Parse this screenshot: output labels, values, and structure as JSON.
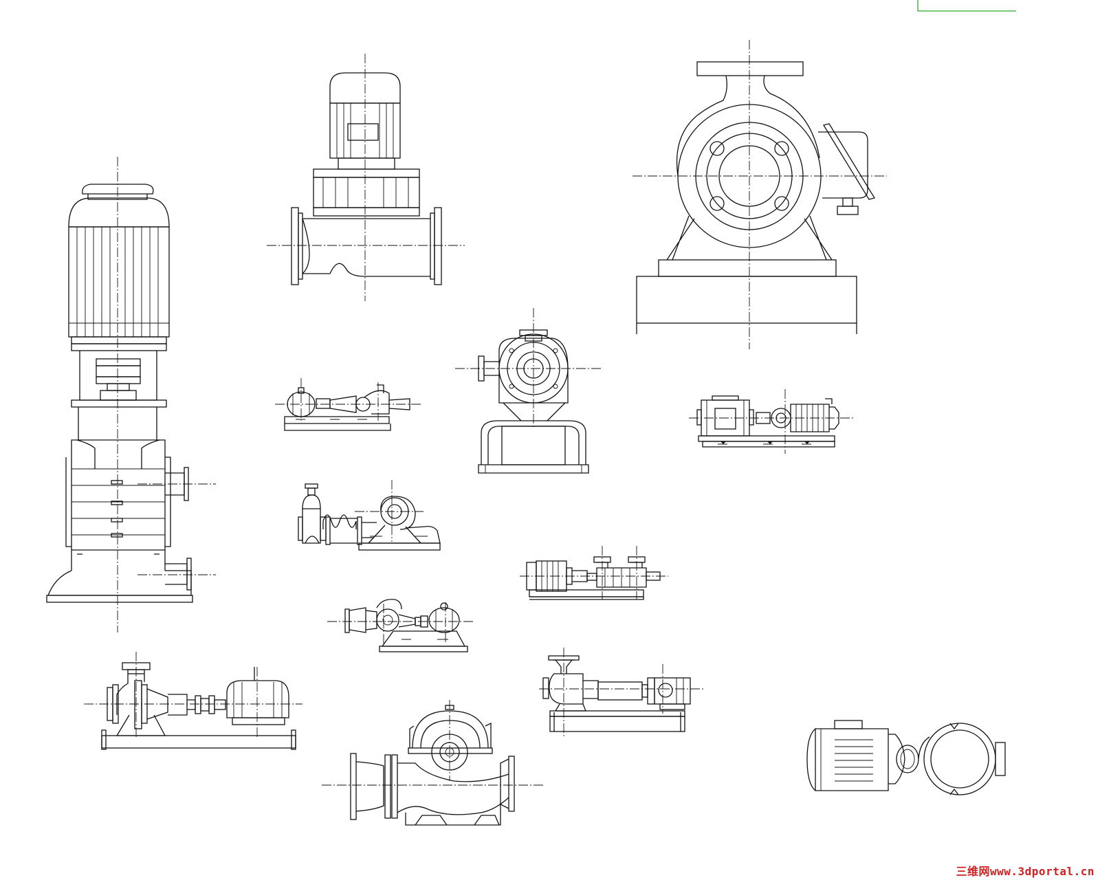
{
  "drawing": {
    "type": "cad-pump-collection",
    "line_color": "#111111",
    "background": "#ffffff",
    "marker_color": "#2eaa2e",
    "pumps": [
      {
        "id": "vertical-multistage-pump",
        "icon": "vertical-pump"
      },
      {
        "id": "inline-pump",
        "icon": "inline-pump"
      },
      {
        "id": "end-suction-pump-front-view",
        "icon": "volute-pump"
      },
      {
        "id": "small-horizontal-pump-1",
        "icon": "horizontal-pump"
      },
      {
        "id": "volute-pump-front-view",
        "icon": "volute-pump"
      },
      {
        "id": "multistage-horizontal-pump",
        "icon": "multistage-pump"
      },
      {
        "id": "self-priming-pump",
        "icon": "self-priming-pump"
      },
      {
        "id": "screw-pump",
        "icon": "screw-pump"
      },
      {
        "id": "small-horizontal-pump-2",
        "icon": "horizontal-pump"
      },
      {
        "id": "end-suction-pump-side-view",
        "icon": "horizontal-pump"
      },
      {
        "id": "split-case-pump",
        "icon": "split-case-pump"
      },
      {
        "id": "chemical-process-pump",
        "icon": "horizontal-pump"
      },
      {
        "id": "motor-pump-top-view",
        "icon": "motor-pump"
      }
    ]
  },
  "watermark": {
    "brand": "三维网",
    "site": "www.3dportal.cn",
    "color": "#d02020"
  }
}
